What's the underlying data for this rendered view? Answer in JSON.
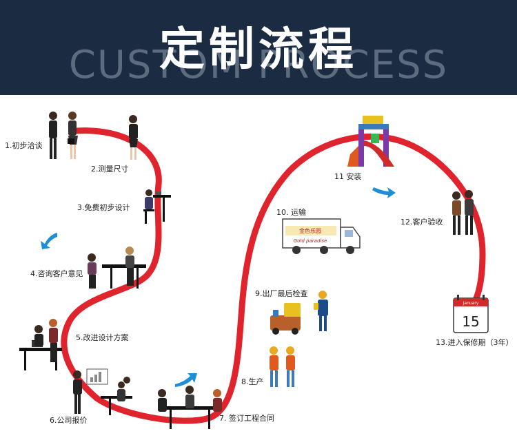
{
  "header": {
    "title": "定制流程",
    "subtitle": "CUSTOM PROCESS"
  },
  "colors": {
    "header_bg": "#1a2b42",
    "ribbon": "#e0242e",
    "arrow": "#1e8fd6"
  },
  "steps": [
    {
      "label": "1.初步洽谈"
    },
    {
      "label": "2.测量尺寸"
    },
    {
      "label": "3.免费初步设计"
    },
    {
      "label": "4.咨询客户意见"
    },
    {
      "label": "5.改进设计方案"
    },
    {
      "label": "6.公司报价"
    },
    {
      "label": "7. 签订工程合同"
    },
    {
      "label": "8.生产"
    },
    {
      "label": "9.出厂最后检查"
    },
    {
      "label": "10. 运输"
    },
    {
      "label": "11 安装"
    },
    {
      "label": "12.客户验收"
    },
    {
      "label": "13.进入保修期（3年）"
    }
  ],
  "truck": {
    "brand_cn": "金色乐园",
    "brand_en": "Gold paradise"
  },
  "calendar": {
    "month": "January",
    "day": "15"
  }
}
